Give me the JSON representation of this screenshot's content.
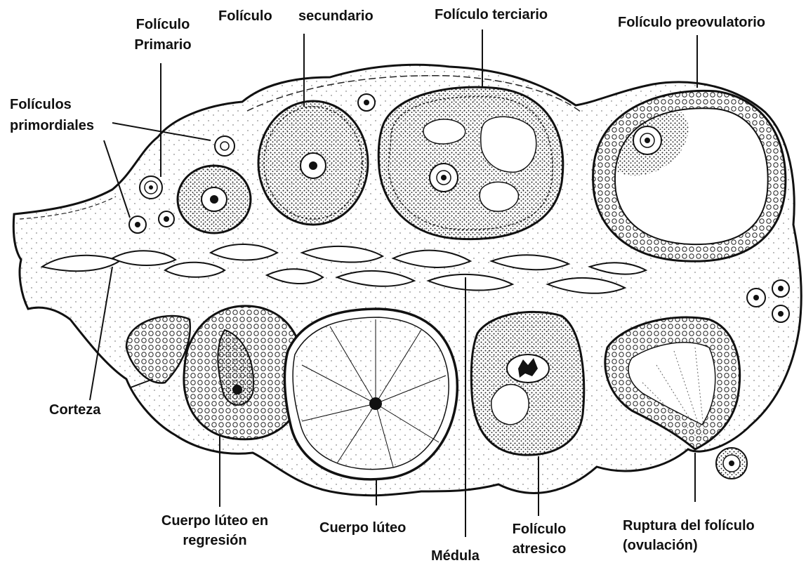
{
  "diagram": {
    "labels": {
      "foliculo_primario_1": "Folículo",
      "foliculo_primario_2": "Primario",
      "foliculo_secundario_1": "Folículo",
      "foliculo_secundario_2": "secundario",
      "foliculo_terciario": "Folículo terciario",
      "foliculo_preovulatorio": "Folículo preovulatorio",
      "foliculos_primordiales_1": "Folículos",
      "foliculos_primordiales_2": "primordiales",
      "corteza": "Corteza",
      "cuerpo_luteo_regresion_1": "Cuerpo lúteo en",
      "cuerpo_luteo_regresion_2": "regresión",
      "cuerpo_luteo": "Cuerpo lúteo",
      "medula": "Médula",
      "foliculo_atresico_1": "Folículo",
      "foliculo_atresico_2": "atresico",
      "ruptura_1": "Ruptura del folículo",
      "ruptura_2": "(ovulación)"
    }
  }
}
